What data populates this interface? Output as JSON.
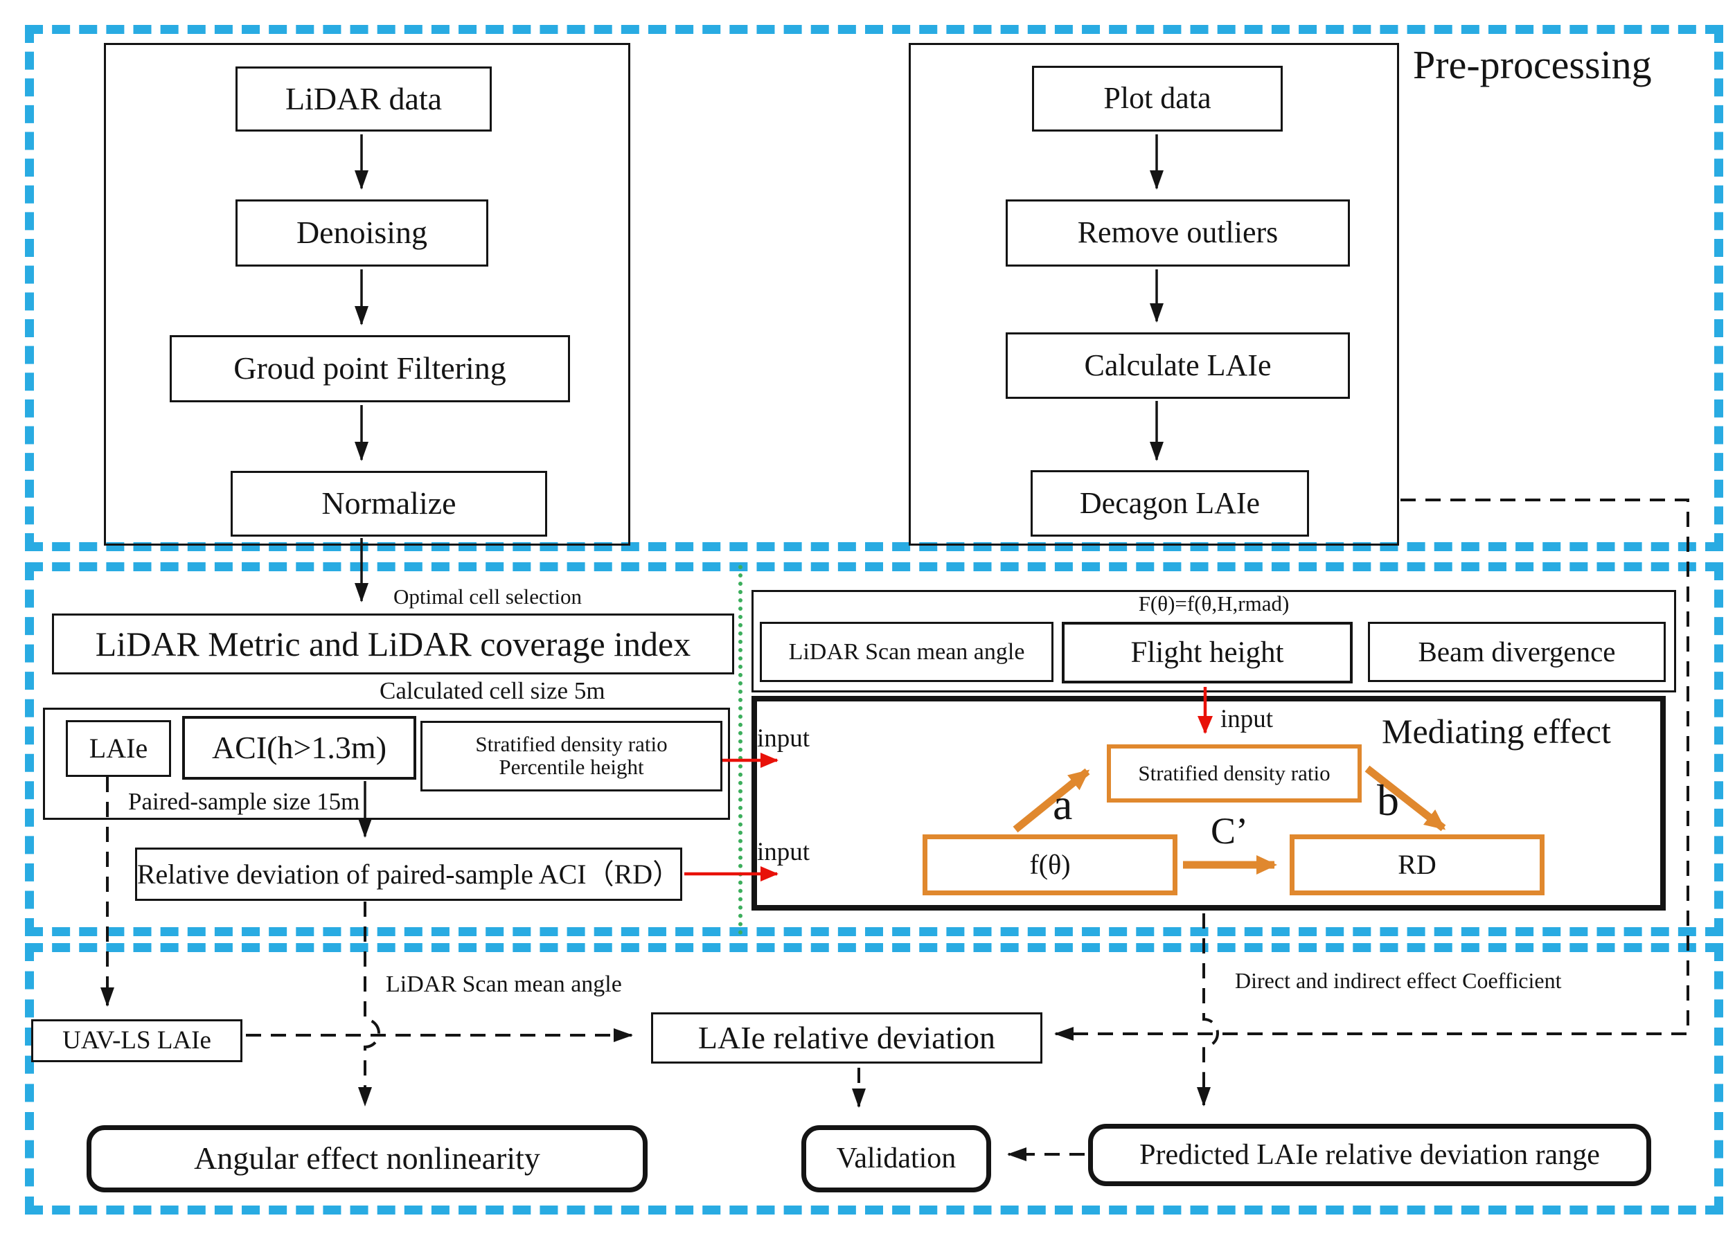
{
  "figure": {
    "type": "flowchart",
    "title": "Pre-processing"
  },
  "colors": {
    "border_blue": "#29abe2",
    "accent_orange": "#e0882e",
    "arrow_red": "#e81109",
    "divider_green": "#3cae5c",
    "ink": "#141414"
  },
  "preprocessing": {
    "title": "Pre-processing",
    "lidar_flow": [
      "LiDAR data",
      "Denoising",
      "Groud point Filtering",
      "Normalize"
    ],
    "plot_flow": [
      "Plot data",
      "Remove outliers",
      "Calculate LAIe",
      "Decagon LAIe"
    ]
  },
  "middle": {
    "optimal_cell_label": "Optimal cell selection",
    "metric_box": "LiDAR Metric and LiDAR coverage index",
    "cell_size_label": "Calculated cell size 5m",
    "laie_box": "LAIe",
    "aci_box": "ACI(h>1.3m)",
    "stratified_line1": "Stratified density ratio",
    "stratified_line2": "Percentile height",
    "paired_sample_label": "Paired-sample size 15m",
    "rd_box": "Relative deviation of paired-sample  ACI（RD）",
    "input_label_stratified": "input",
    "input_label_rd": "input",
    "formula_label": "F(θ)=f(θ,H,rmad)",
    "scan_angle_box": "LiDAR Scan mean angle",
    "flight_height_box": "Flight height",
    "beam_divergence_box": "Beam divergence",
    "input_label_flight": "input"
  },
  "mediating": {
    "title": "Mediating effect",
    "stratified_box": "Stratified density ratio",
    "f_theta_box": "f(θ)",
    "rd_box": "RD",
    "path_a": "a",
    "path_b": "b",
    "path_c": "C’"
  },
  "bottom": {
    "scan_angle_label": "LiDAR Scan mean angle",
    "coefficient_label": "Direct and indirect effect Coefficient",
    "uav_ls_laie_box": "UAV-LS LAIe",
    "laie_relative_deviation_box": "LAIe relative deviation",
    "angular_effect_box": "Angular effect nonlinearity",
    "validation_box": "Validation",
    "predicted_range_box": "Predicted LAIe relative deviation range"
  }
}
